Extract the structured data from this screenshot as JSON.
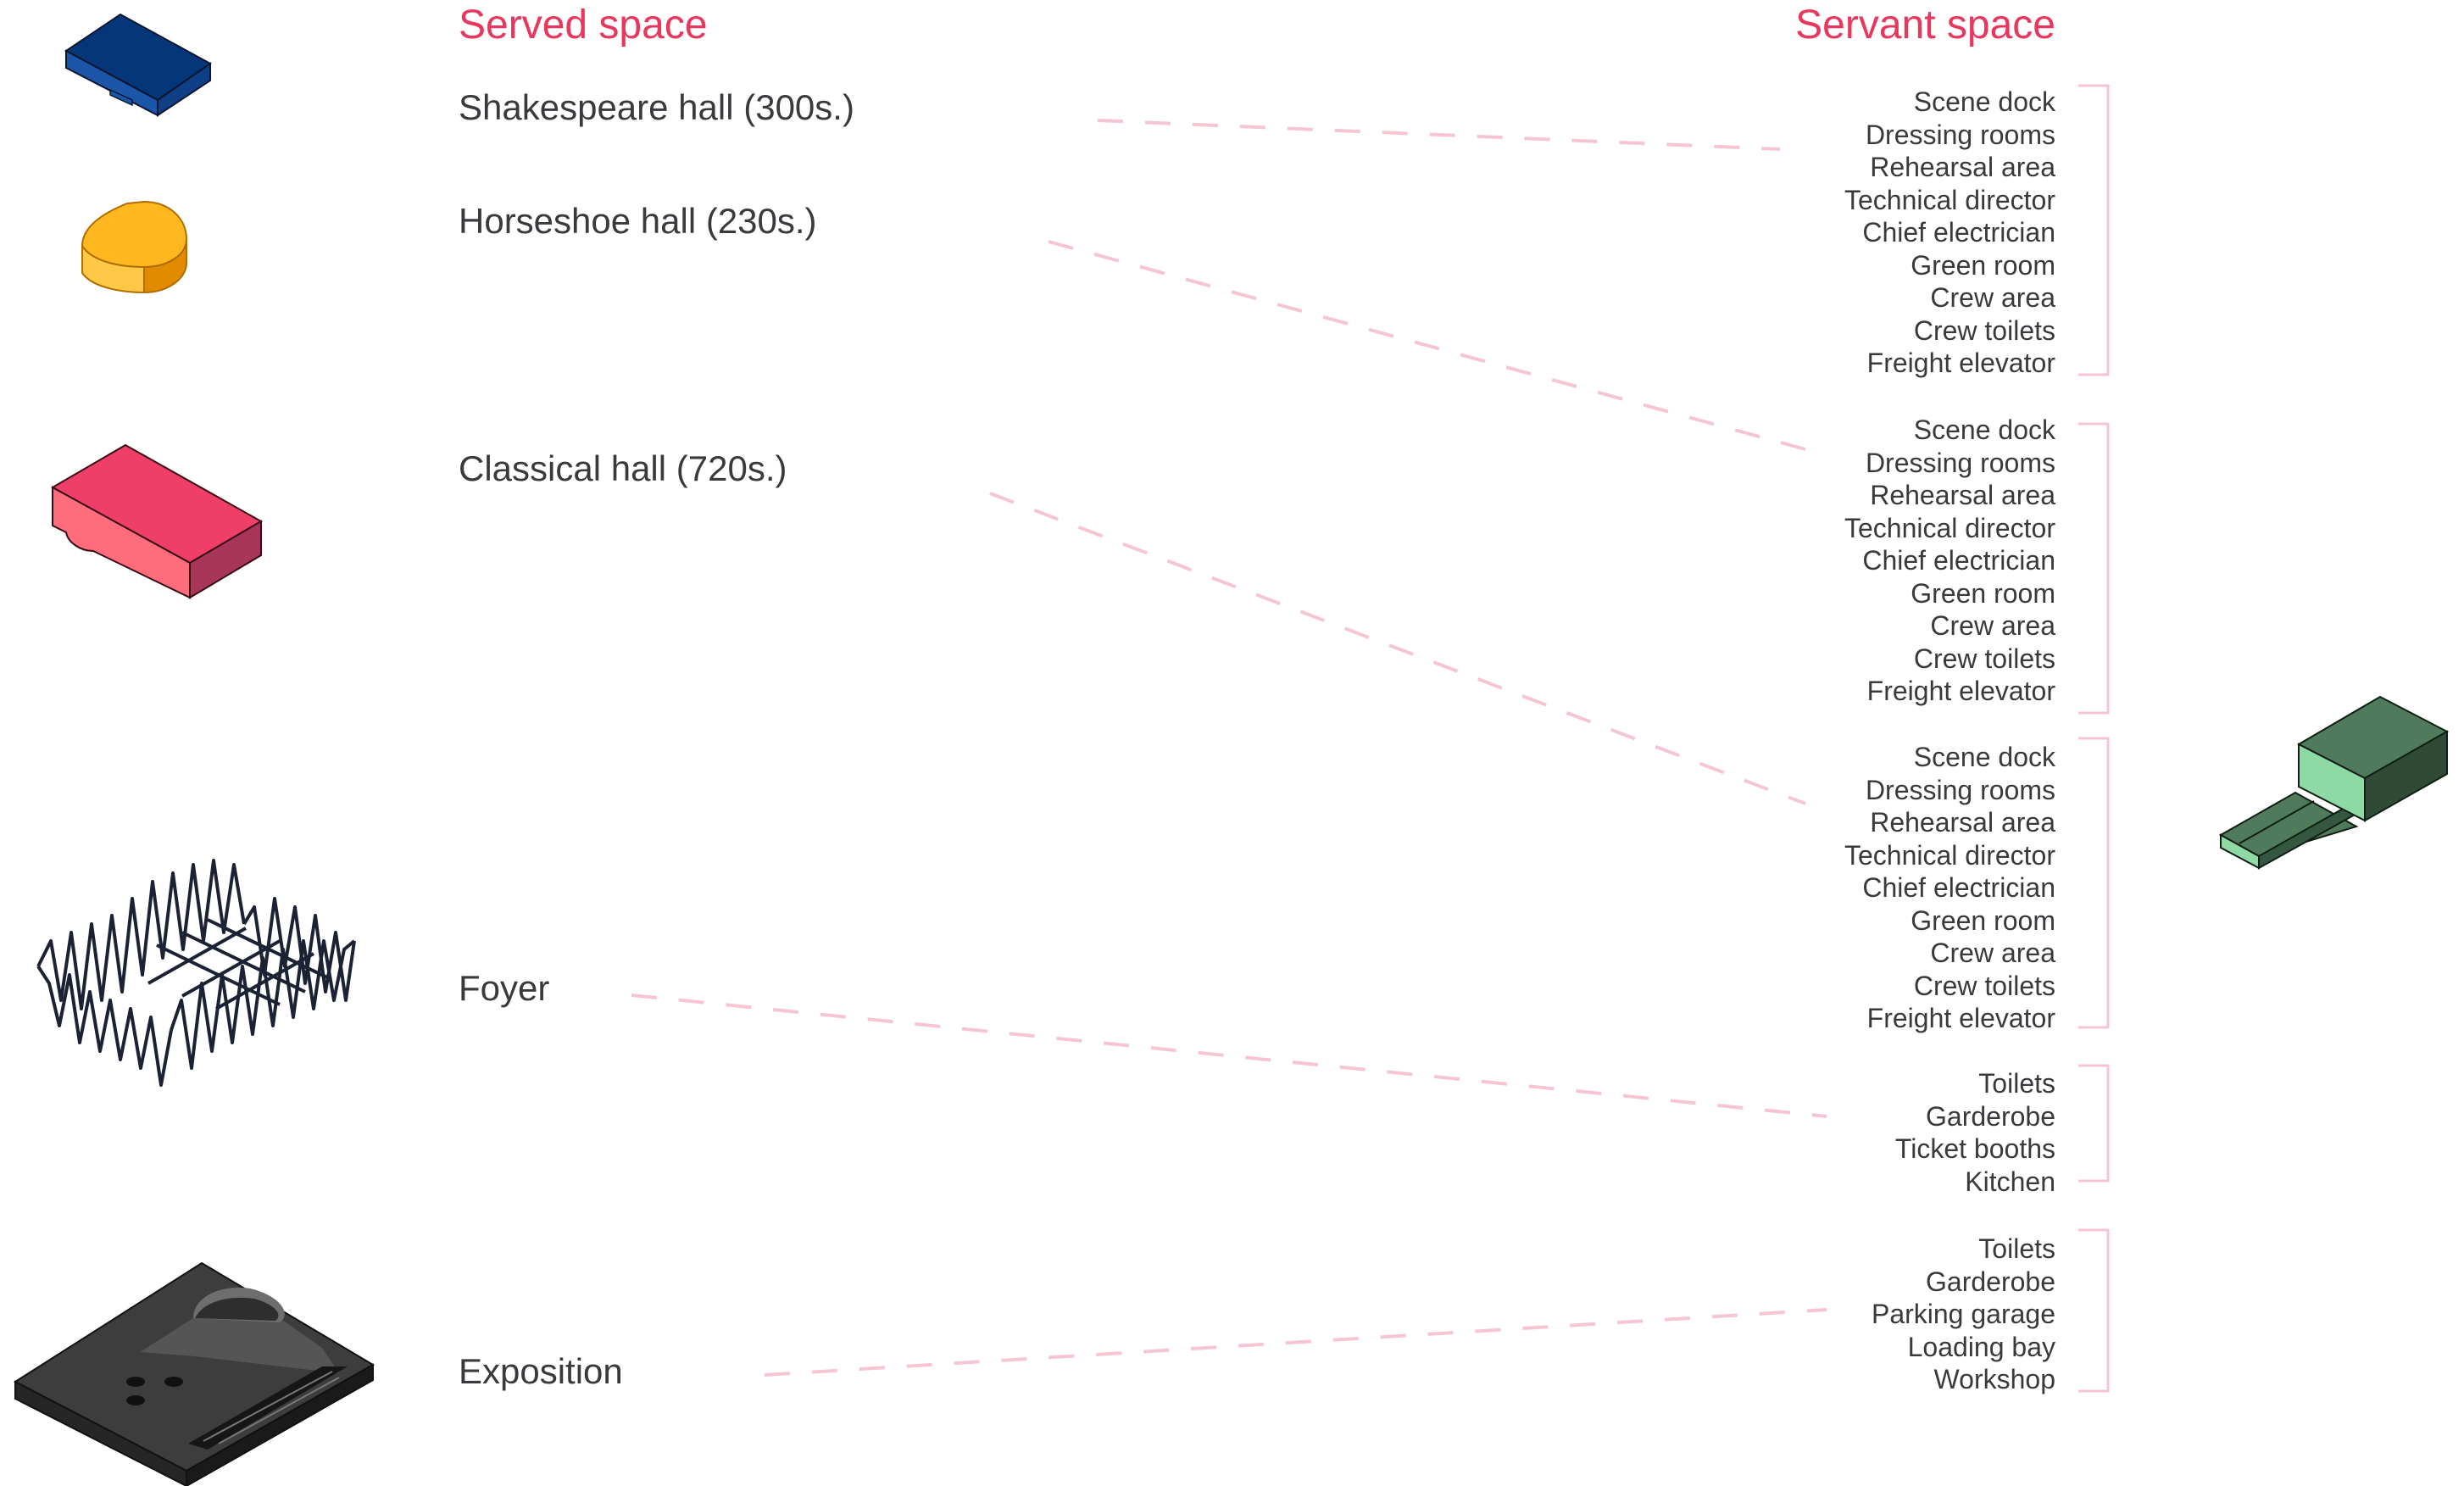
{
  "headings": {
    "served": "Served space",
    "servant": "Servant space"
  },
  "served_spaces": [
    {
      "label": "Shakespeare hall (300s.)",
      "icon": "blue-block-icon",
      "color": "#0a3a7e"
    },
    {
      "label": "Horseshoe hall (230s.)",
      "icon": "yellow-drum-icon",
      "color": "#ffb21c"
    },
    {
      "label": "Classical hall (720s.)",
      "icon": "red-block-icon",
      "color": "#f0406a"
    },
    {
      "label": "Foyer",
      "icon": "zigzag-frame-icon",
      "color": "#1b2233"
    },
    {
      "label": "Exposition",
      "icon": "dark-plate-icon",
      "color": "#3b3b3b"
    }
  ],
  "servant_groups": [
    {
      "items": [
        "Scene dock",
        "Dressing rooms",
        "Rehearsal area",
        "Technical director",
        "Chief electrician",
        "Green room",
        "Crew area",
        "Crew toilets",
        "Freight elevator"
      ]
    },
    {
      "items": [
        "Scene dock",
        "Dressing rooms",
        "Rehearsal area",
        "Technical director",
        "Chief electrician",
        "Green room",
        "Crew area",
        "Crew toilets",
        "Freight elevator"
      ]
    },
    {
      "items": [
        "Scene dock",
        "Dressing rooms",
        "Rehearsal area",
        "Technical director",
        "Chief electrician",
        "Green room",
        "Crew area",
        "Crew toilets",
        "Freight elevator"
      ]
    },
    {
      "items": [
        "Toilets",
        "Garderobe",
        "Ticket booths",
        "Kitchen"
      ]
    },
    {
      "items": [
        "Toilets",
        "Garderobe",
        "Parking garage",
        "Loading bay",
        "Workshop"
      ]
    }
  ],
  "servant_block": {
    "icon": "green-block-icon",
    "color": "#4a7a58"
  },
  "colors": {
    "accent": "#e8365d",
    "connector": "#f6c5d2",
    "text": "#3a3a3e"
  }
}
